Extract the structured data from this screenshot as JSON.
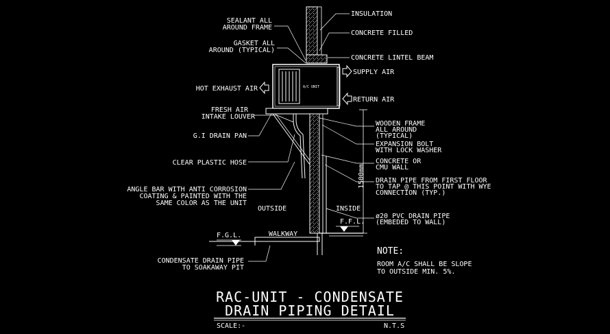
{
  "labels": {
    "sealant_1": "SEALANT ALL",
    "sealant_2": "AROUND FRAME",
    "gasket_1": "GASKET ALL",
    "gasket_2": "AROUND (TYPICAL)",
    "insulation": "INSULATION",
    "concrete_filled": "CONCRETE FILLED",
    "lintel": "CONCRETE LINTEL BEAM",
    "supply_air": "SUPPLY AIR",
    "return_air": "RETURN AIR",
    "hot_exhaust": "HOT EXHAUST AIR",
    "fresh_air_1": "FRESH AIR",
    "fresh_air_2": "INTAKE LOUVER",
    "unit_tag": "A/C UNIT",
    "drain_pan": "G.I DRAIN PAN",
    "wooden_1": "WOODEN FRAME",
    "wooden_2": "ALL AROUND",
    "wooden_3": "(TYPICAL)",
    "bolt_1": "EXPANSION BOLT",
    "bolt_2": "WITH LOCK WASHER",
    "clear_hose": "CLEAR PLASTIC HOSE",
    "cmu_1": "CONCRETE OR",
    "cmu_2": "CMU WALL",
    "height_dim": "1500mm",
    "drain_first_1": "DRAIN PIPE FROM FIRST FLOOR",
    "drain_first_2": "TO TAP @ THIS POINT WITH WYE",
    "drain_first_3": "CONNECTION (TYP.)",
    "angle_1": "ANGLE BAR WITH ANTI CORROSION",
    "angle_2": "COATING & PAINTED WITH THE",
    "angle_3": "SAME COLOR AS THE UNIT",
    "outside": "OUTSIDE",
    "inside": "INSIDE",
    "pvc_1": "ø20 PVC DRAIN PIPE",
    "pvc_2": "(EMBEDED TO WALL)",
    "ffl": "F.F.L.",
    "fgl": "F.G.L.",
    "walkway": "WALKWAY",
    "condensate_1": "CONDENSATE DRAIN PIPE",
    "condensate_2": "TO SOAKAWAY PIT"
  },
  "note": {
    "heading": "NOTE:",
    "line1": "ROOM A/C SHALL BE SLOPE",
    "line2": "TO OUTSIDE MIN. 5%."
  },
  "title": {
    "line1": "RAC-UNIT - CONDENSATE",
    "line2": "DRAIN PIPING DETAIL",
    "scale": "SCALE:-",
    "nts": "N.T.S"
  }
}
